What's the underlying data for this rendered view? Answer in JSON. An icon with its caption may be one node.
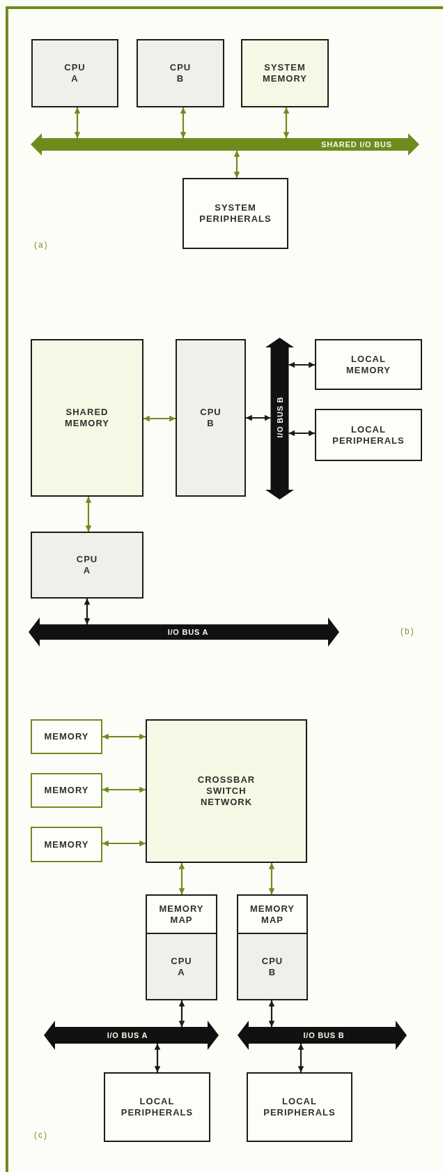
{
  "diagram": {
    "nodes": [
      {
        "text": [
          "CPU A"
        ]
      },
      {
        "text": [
          "CPU B"
        ]
      },
      {
        "text": [
          "SYSTEM MEMORY"
        ]
      },
      {
        "text": [
          "SHARED I/O BUS"
        ]
      },
      {
        "text": [
          "SYSTEM PERIPHERALS"
        ]
      },
      {
        "text": [
          "SHARED MEMORY"
        ]
      },
      {
        "text": [
          "CPU B"
        ]
      },
      {
        "text": [
          "I/O BUS B"
        ]
      },
      {
        "text": [
          "LOCAL MEMORY"
        ]
      },
      {
        "text": [
          "LOCAL PERIPHERALS"
        ]
      },
      {
        "text": [
          "CPU A"
        ]
      },
      {
        "text": [
          "I/O BUS A"
        ]
      },
      {
        "text": [
          "MEMORY"
        ]
      },
      {
        "text": [
          "MEMORY"
        ]
      },
      {
        "text": [
          "MEMORY"
        ]
      },
      {
        "text": [
          "CROSSBAR SWITCH NETWORK"
        ]
      },
      {
        "text": [
          "MEMORY MAP"
        ]
      },
      {
        "text": [
          "CPU A"
        ]
      },
      {
        "text": [
          "MEMORY MAP"
        ]
      },
      {
        "text": [
          "CPU B"
        ]
      },
      {
        "text": [
          "I/O BUS A"
        ]
      },
      {
        "text": [
          "I/O BUS B"
        ]
      },
      {
        "text": [
          "LOCAL PERIPHERALS"
        ]
      },
      {
        "text": [
          "LOCAL PERIPHERALS"
        ]
      }
    ],
    "edges": [
      {
        "from": 0,
        "to": 3,
        "arrow": "both"
      },
      {
        "from": 1,
        "to": 3,
        "arrow": "both"
      },
      {
        "from": 2,
        "to": 3,
        "arrow": "both"
      },
      {
        "from": 3,
        "to": 4,
        "arrow": "both"
      },
      {
        "from": 5,
        "to": 6,
        "arrow": "both"
      },
      {
        "from": 6,
        "to": 7,
        "arrow": "both",
        "color": "#1a1a1a"
      },
      {
        "from": 7,
        "to": 8,
        "arrow": "both",
        "color": "#1a1a1a"
      },
      {
        "from": 7,
        "to": 9,
        "arrow": "both",
        "color": "#1a1a1a"
      },
      {
        "from": 5,
        "to": 10,
        "arrow": "both"
      },
      {
        "from": 10,
        "to": 11,
        "arrow": "both",
        "color": "#1a1a1a"
      },
      {
        "from": 12,
        "to": 15,
        "arrow": "both"
      },
      {
        "from": 13,
        "to": 15,
        "arrow": "both"
      },
      {
        "from": 14,
        "to": 15,
        "arrow": "both"
      },
      {
        "from": 15,
        "to": 16,
        "arrow": "both"
      },
      {
        "from": 15,
        "to": 18,
        "arrow": "both"
      },
      {
        "from": 17,
        "to": 20,
        "arrow": "both",
        "color": "#1a1a1a"
      },
      {
        "from": 19,
        "to": 21,
        "arrow": "both",
        "color": "#1a1a1a"
      },
      {
        "from": 20,
        "to": 22,
        "arrow": "both",
        "color": "#1a1a1a"
      },
      {
        "from": 21,
        "to": 23,
        "arrow": "both",
        "color": "#1a1a1a"
      }
    ],
    "labels": [
      "(a)",
      "(b)",
      "(c)"
    ]
  }
}
